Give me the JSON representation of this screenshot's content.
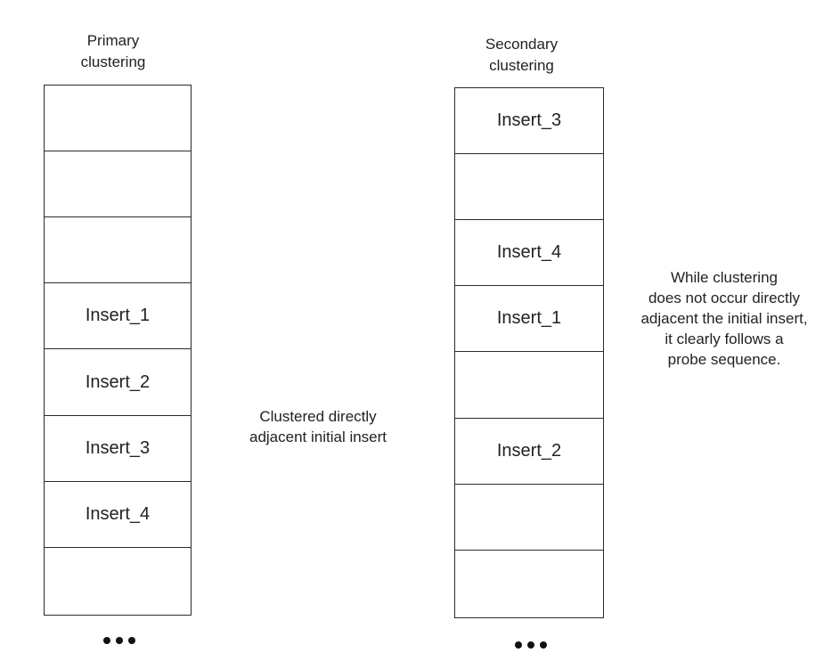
{
  "primary": {
    "title": "Primary\nclustering",
    "cells": [
      "",
      "",
      "",
      "Insert_1",
      "Insert_2",
      "Insert_3",
      "Insert_4",
      ""
    ],
    "note": "Clustered directly\nadjacent initial insert"
  },
  "secondary": {
    "title": "Secondary\nclustering",
    "cells": [
      "Insert_3",
      "",
      "Insert_4",
      "Insert_1",
      "",
      "Insert_2",
      "",
      ""
    ],
    "note": "While clustering\ndoes not occur directly\nadjacent the initial insert,\nit clearly follows a\nprobe sequence."
  },
  "continuation": "..."
}
